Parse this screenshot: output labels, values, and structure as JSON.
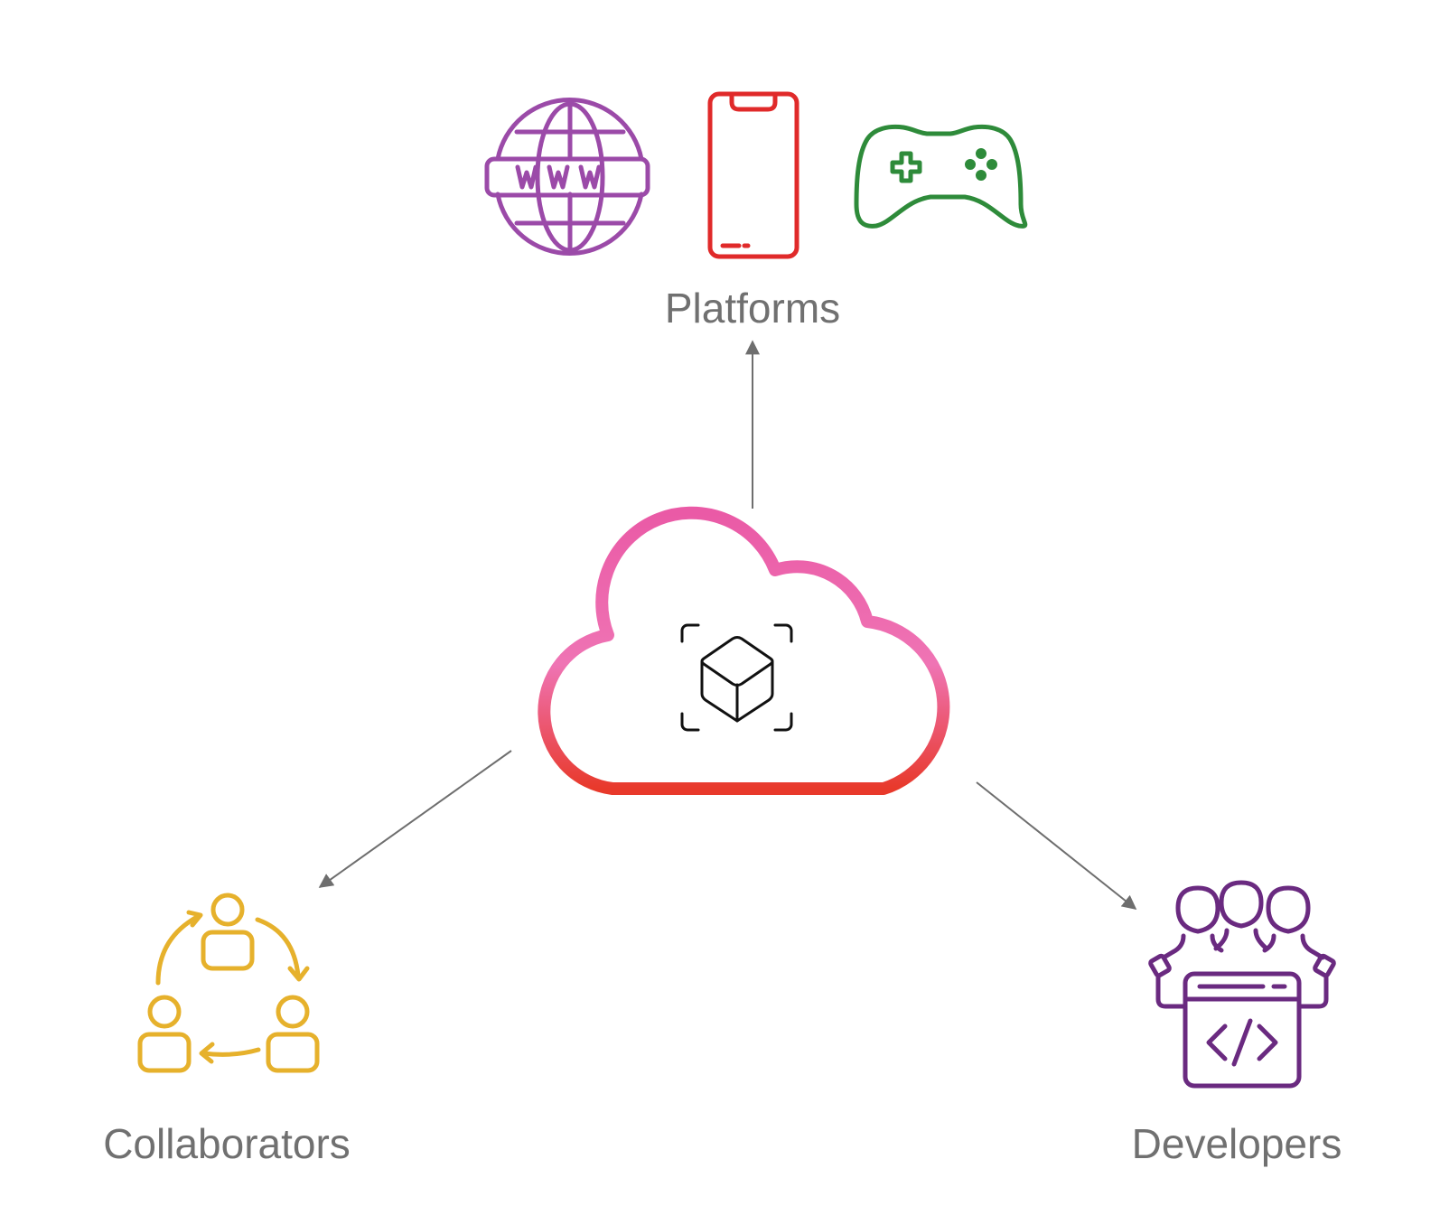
{
  "labels": {
    "platforms": "Platforms",
    "collaborators": "Collaborators",
    "developers": "Developers"
  },
  "icons": {
    "web": "www-globe-icon",
    "mobile": "smartphone-icon",
    "game": "gamepad-icon",
    "cloud": "cloud-icon",
    "ar": "ar-cube-icon",
    "collaborators": "collaboration-cycle-icon",
    "developers": "developers-code-icon"
  },
  "colors": {
    "web": "#9b4aa8",
    "mobile": "#e02a2a",
    "game": "#2e8b3a",
    "cloud_top": "#ea5aa6",
    "cloud_bottom": "#e8392b",
    "collaborators": "#e6b12c",
    "developers": "#6a2a80",
    "arrow": "#6e6e6e",
    "label": "#707070"
  }
}
